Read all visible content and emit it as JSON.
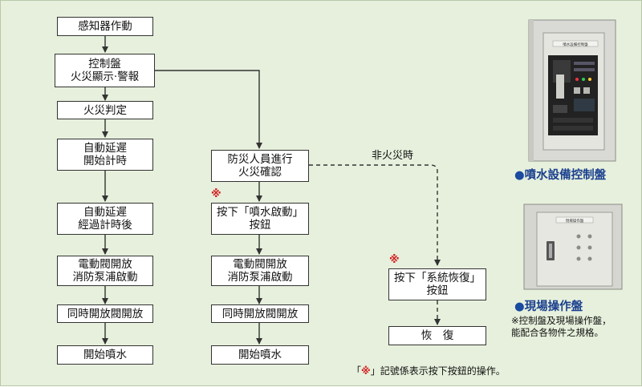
{
  "flow": {
    "left_column": [
      "感知器作動",
      "控制盤\n火災顯示‧警報",
      "火災判定",
      "自動延遲\n開始計時",
      "自動延遲\n經過計時後",
      "電動閥開放\n消防泵浦啟動",
      "同時開放閥開放",
      "開始噴水"
    ],
    "middle_column": [
      "防災人員進行\n火災確認",
      "按下「噴水啟動」\n按鈕",
      "電動閥開放\n消防泵浦啟動",
      "同時開放閥開放",
      "開始噴水"
    ],
    "right_column": [
      "按下「系統恢復」\n按鈕",
      "恢　復"
    ],
    "branch_label": "非火災時",
    "mark_symbol": "※",
    "legend_prefix": "「",
    "legend_suffix": "」記號係表示按下按鈕的操作。"
  },
  "panels": {
    "control_panel_name": "噴水設備控制盤",
    "control_panel_plate": "噴水設備控制盤",
    "field_panel_name": "現場操作盤",
    "field_panel_plate": "現場操作盤",
    "note": "※控制盤及現場操作盤，\n能配合各物件之規格。",
    "bullet": "●"
  },
  "colors": {
    "background": "#e6f0dc",
    "box_border": "#333333",
    "mark_red": "#d42020",
    "panel_name_blue": "#1a3f8f"
  }
}
